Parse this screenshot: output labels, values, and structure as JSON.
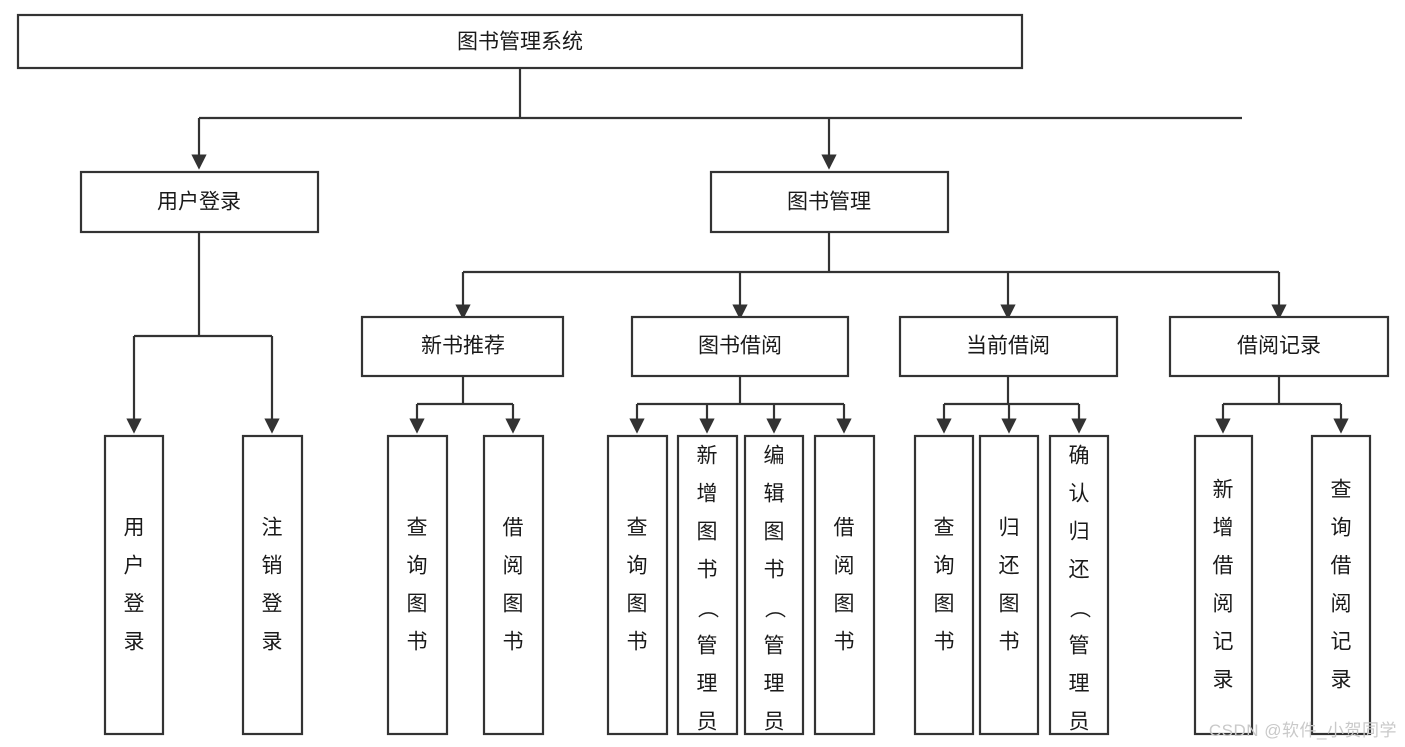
{
  "diagram": {
    "title": "图书管理系统",
    "type": "功能结构图",
    "style": {
      "box_fill": "#ffffff",
      "box_stroke": "#333333",
      "text_color": "#1a1a1a",
      "background": "#ffffff",
      "watermark_color": "#c9c9c9"
    },
    "watermark": "CSDN @软件_小贺同学",
    "levels": [
      {
        "level": 1,
        "nodes": [
          {
            "id": "root",
            "label": "图书管理系统",
            "orientation": "horizontal"
          }
        ]
      },
      {
        "level": 2,
        "nodes": [
          {
            "id": "user-login",
            "label": "用户登录",
            "parent": "root",
            "orientation": "horizontal"
          },
          {
            "id": "book-manage",
            "label": "图书管理",
            "parent": "root",
            "orientation": "horizontal"
          }
        ]
      },
      {
        "level": 3,
        "nodes": [
          {
            "id": "new-book-recommend",
            "label": "新书推荐",
            "parent": "book-manage",
            "orientation": "horizontal"
          },
          {
            "id": "book-borrow",
            "label": "图书借阅",
            "parent": "book-manage",
            "orientation": "horizontal"
          },
          {
            "id": "current-borrow",
            "label": "当前借阅",
            "parent": "book-manage",
            "orientation": "horizontal"
          },
          {
            "id": "borrow-record",
            "label": "借阅记录",
            "parent": "book-manage",
            "orientation": "horizontal"
          }
        ]
      },
      {
        "level": 4,
        "nodes": [
          {
            "id": "leaf-user-login",
            "label": "用户登录",
            "parent": "user-login",
            "orientation": "vertical"
          },
          {
            "id": "leaf-logout-login",
            "label": "注销登录",
            "parent": "user-login",
            "orientation": "vertical"
          },
          {
            "id": "leaf-query-book-1",
            "label": "查询图书",
            "parent": "new-book-recommend",
            "orientation": "vertical"
          },
          {
            "id": "leaf-borrow-book-1",
            "label": "借阅图书",
            "parent": "new-book-recommend",
            "orientation": "vertical"
          },
          {
            "id": "leaf-query-book-2",
            "label": "查询图书",
            "parent": "book-borrow",
            "orientation": "vertical"
          },
          {
            "id": "leaf-add-book",
            "label": "新增图书（管理员）",
            "parent": "book-borrow",
            "orientation": "vertical"
          },
          {
            "id": "leaf-edit-book",
            "label": "编辑图书（管理员）",
            "parent": "book-borrow",
            "orientation": "vertical"
          },
          {
            "id": "leaf-borrow-book-2",
            "label": "借阅图书",
            "parent": "book-borrow",
            "orientation": "vertical"
          },
          {
            "id": "leaf-query-book-3",
            "label": "查询图书",
            "parent": "current-borrow",
            "orientation": "vertical"
          },
          {
            "id": "leaf-return-book",
            "label": "归还图书",
            "parent": "current-borrow",
            "orientation": "vertical"
          },
          {
            "id": "leaf-confirm-return",
            "label": "确认归还（管理员）",
            "parent": "current-borrow",
            "orientation": "vertical"
          },
          {
            "id": "leaf-add-record",
            "label": "新增借阅记录",
            "parent": "borrow-record",
            "orientation": "vertical"
          },
          {
            "id": "leaf-query-record",
            "label": "查询借阅记录",
            "parent": "borrow-record",
            "orientation": "vertical"
          }
        ]
      }
    ]
  }
}
